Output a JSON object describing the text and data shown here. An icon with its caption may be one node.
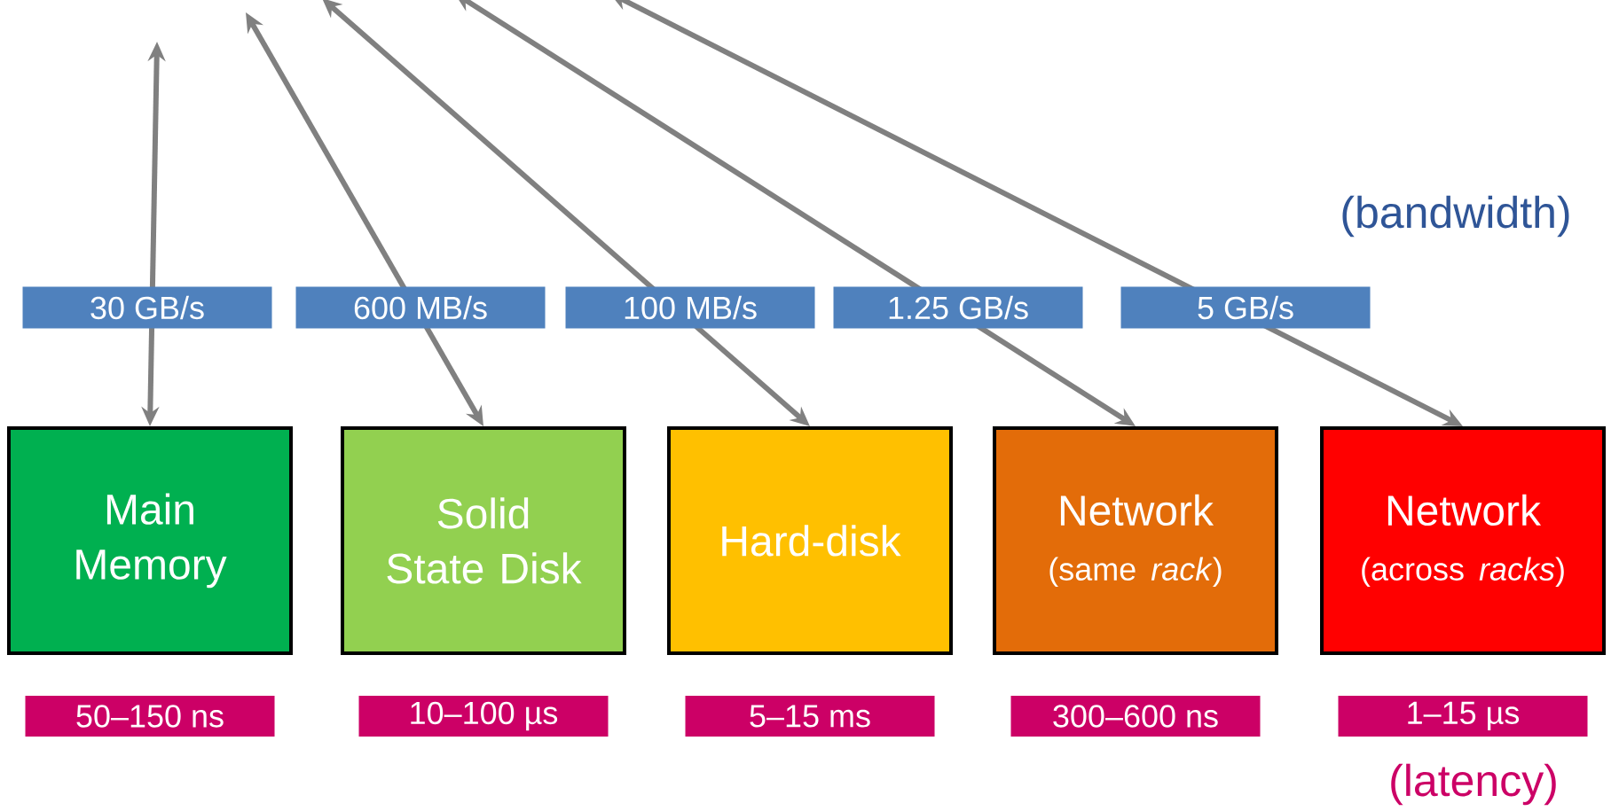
{
  "diagram": {
    "nodes": [
      {
        "text": [
          "Main Memory"
        ],
        "beside": [
          "50–150 ns"
        ]
      },
      {
        "text": [
          "Solid State Disk"
        ],
        "beside": [
          "10–100 µs"
        ]
      },
      {
        "text": [
          "Hard-disk"
        ],
        "beside": [
          "5–15 ms"
        ]
      },
      {
        "text": [
          "Network",
          "(same *rack*)"
        ],
        "beside": [
          "300–600 ns"
        ]
      },
      {
        "text": [
          "Network",
          "(across *racks*)"
        ],
        "beside": [
          "1–15 µs"
        ]
      }
    ],
    "edges": [
      {
        "from": null,
        "to": 0,
        "arrow": "both",
        "label": "30 GB/s"
      },
      {
        "from": null,
        "to": 1,
        "arrow": "both",
        "label": "600 MB/s"
      },
      {
        "from": null,
        "to": 2,
        "arrow": "both",
        "label": "100 MB/s"
      },
      {
        "from": null,
        "to": 3,
        "arrow": "both",
        "label": "1.25 GB/s"
      },
      {
        "from": null,
        "to": 4,
        "arrow": "both",
        "label": "5 GB/s"
      }
    ],
    "labels": [
      "(bandwidth)",
      "(latency)"
    ]
  }
}
